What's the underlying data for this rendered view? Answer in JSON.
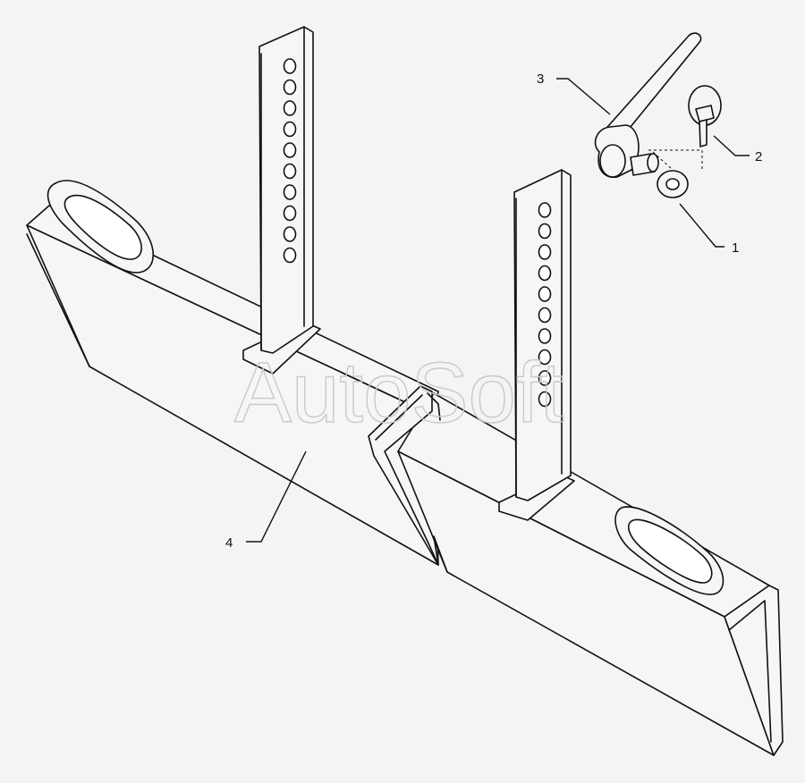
{
  "diagram": {
    "watermark": "AutoSoft",
    "callouts": [
      {
        "number": "1"
      },
      {
        "number": "2"
      },
      {
        "number": "3"
      },
      {
        "number": "4"
      }
    ]
  }
}
